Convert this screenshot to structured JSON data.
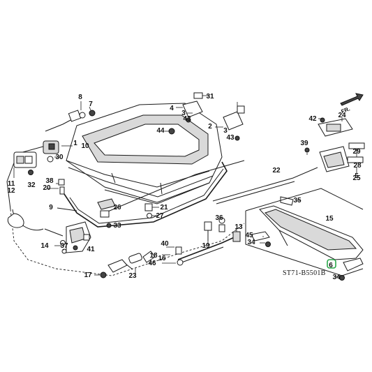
{
  "diagram_code": "ST71-B5501B",
  "direction_label": "FR.",
  "callouts": [
    "1",
    "2",
    "3",
    "3",
    "4",
    "5",
    "6",
    "7",
    "8",
    "9",
    "10",
    "11",
    "12",
    "13",
    "14",
    "15",
    "16",
    "17",
    "18",
    "19",
    "20",
    "21",
    "22",
    "23",
    "24",
    "25",
    "26",
    "27",
    "28",
    "29",
    "30",
    "31",
    "32",
    "33",
    "34",
    "34",
    "35",
    "36",
    "37",
    "38",
    "39",
    "40",
    "41",
    "42",
    "43",
    "43",
    "44",
    "45",
    "46"
  ],
  "highlight_color": "#2aa84a"
}
